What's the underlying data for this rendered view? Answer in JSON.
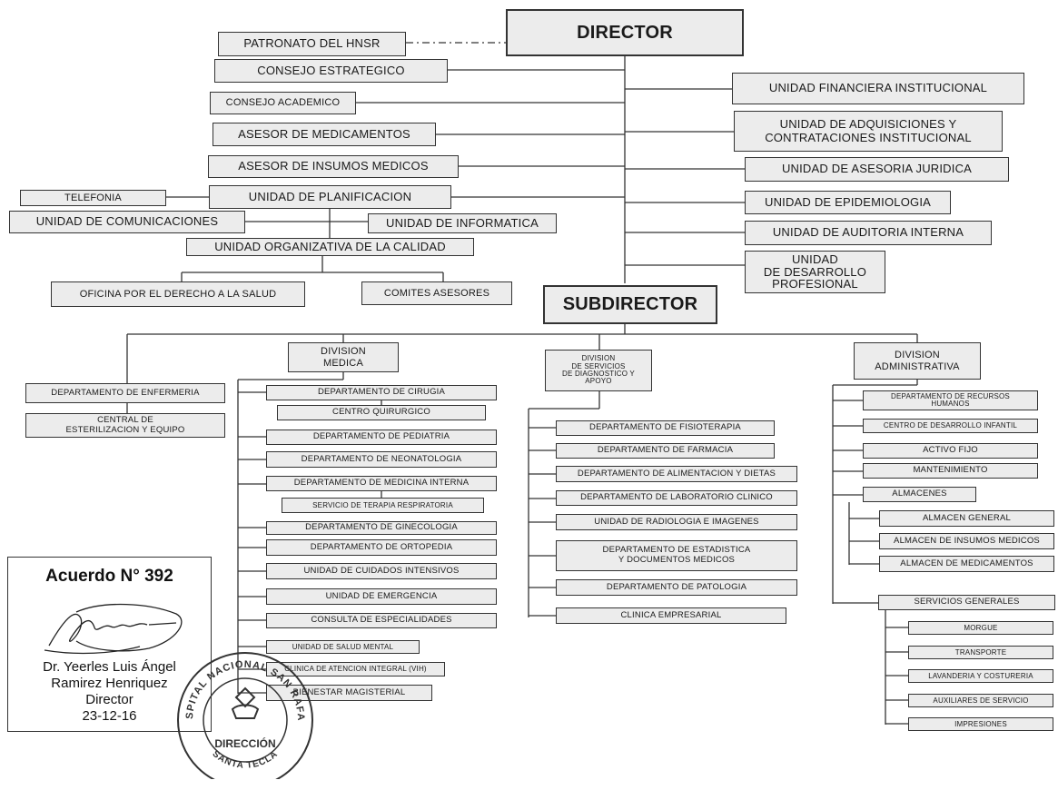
{
  "top": {
    "director": "DIRECTOR",
    "subdirector": "SUBDIRECTOR"
  },
  "left_staff": {
    "patronato": "PATRONATO DEL HNSR",
    "consejo_estrategico": "CONSEJO ESTRATEGICO",
    "consejo_academico": "CONSEJO ACADEMICO",
    "asesor_medicamentos": "ASESOR DE MEDICAMENTOS",
    "asesor_insumos": "ASESOR DE  INSUMOS MEDICOS",
    "planificacion": "UNIDAD DE PLANIFICACION",
    "telefonia": "TELEFONIA",
    "comunicaciones": "UNIDAD DE COMUNICACIONES",
    "informatica": "UNIDAD DE INFORMATICA",
    "calidad": "UNIDAD ORGANIZATIVA DE LA CALIDAD",
    "derecho_salud": "OFICINA POR EL DERECHO A LA SALUD",
    "comites": "COMITES ASESORES"
  },
  "right_staff": {
    "financiera": "UNIDAD FINANCIERA INSTITUCIONAL",
    "adquisiciones": "UNIDAD DE ADQUISICIONES Y\nCONTRATACIONES INSTITUCIONAL",
    "juridica": "UNIDAD DE ASESORIA JURIDICA",
    "epidemiologia": "UNIDAD DE EPIDEMIOLOGIA",
    "auditoria": "UNIDAD DE AUDITORIA INTERNA",
    "desarrollo": "UNIDAD\nDE DESARROLLO\nPROFESIONAL"
  },
  "enfermeria": {
    "dept": "DEPARTAMENTO DE ENFERMERIA",
    "central": "CENTRAL DE\nESTERILIZACION Y EQUIPO"
  },
  "medica": {
    "title": "DIVISION\nMEDICA",
    "cirugia": "DEPARTAMENTO  DE  CIRUGIA",
    "quirurgico": "CENTRO QUIRURGICO",
    "pediatria": "DEPARTAMENTO  DE  PEDIATRIA",
    "neonatologia": "DEPARTAMENTO DE NEONATOLOGIA",
    "medicina_interna": "DEPARTAMENTO DE MEDICINA INTERNA",
    "terapia_respiratoria": "SERVICIO DE TERAPIA RESPIRATORIA",
    "ginecologia": "DEPARTAMENTO DE GINECOLOGIA",
    "ortopedia": "DEPARTAMENTO DE ORTOPEDIA",
    "cuidados_intensivos": "UNIDAD DE  CUIDADOS INTENSIVOS",
    "emergencia": "UNIDAD  DE  EMERGENCIA",
    "especialidades": "CONSULTA DE ESPECIALIDADES",
    "salud_mental": "UNIDAD DE SALUD MENTAL",
    "vih": "CLINICA DE ATENCION INTEGRAL (VIH)",
    "bienestar": "BIENESTAR MAGISTERIAL"
  },
  "diagnostico": {
    "title": "DIVISION\nDE SERVICIOS\nDE DIAGNOSTICO Y\nAPOYO",
    "fisioterapia": "DEPARTAMENTO DE FISIOTERAPIA",
    "farmacia": "DEPARTAMENTO DE FARMACIA",
    "alimentacion": "DEPARTAMENTO DE ALIMENTACION Y DIETAS",
    "laboratorio": "DEPARTAMENTO DE LABORATORIO CLINICO",
    "radiologia": "UNIDAD DE RADIOLOGIA E IMAGENES",
    "estadistica": "DEPARTAMENTO DE ESTADISTICA\nY DOCUMENTOS MEDICOS",
    "patologia": "DEPARTAMENTO DE PATOLOGIA",
    "empresarial": "CLINICA EMPRESARIAL"
  },
  "administrativa": {
    "title": "DIVISION\nADMINISTRATIVA",
    "recursos_humanos": "DEPARTAMENTO DE RECURSOS\nHUMANOS",
    "desarrollo_infantil": "CENTRO DE DESARROLLO INFANTIL",
    "activo_fijo": "ACTIVO FIJO",
    "mantenimiento": "MANTENIMIENTO",
    "almacenes": "ALMACENES",
    "almacen_general": "ALMACEN GENERAL",
    "almacen_insumos": "ALMACEN DE INSUMOS MEDICOS",
    "almacen_medicamentos": "ALMACEN DE MEDICAMENTOS",
    "servicios_generales": "SERVICIOS GENERALES",
    "morgue": "MORGUE",
    "transporte": "TRANSPORTE",
    "lavanderia": "LAVANDERIA Y COSTURERIA",
    "auxiliares": "AUXILIARES DE SERVICIO",
    "impresiones": "IMPRESIONES"
  },
  "acuerdo": {
    "title": "Acuerdo N° 392",
    "signer": "Dr. Yeerles Luis Ángel\nRamirez Henriquez\nDirector\n23-12-16"
  },
  "seal": {
    "top_text": "HOSPITAL NACIONAL SAN RAFAEL",
    "center_text": "DIRECCIÓN",
    "bottom_text": "SANTA TECLA"
  }
}
